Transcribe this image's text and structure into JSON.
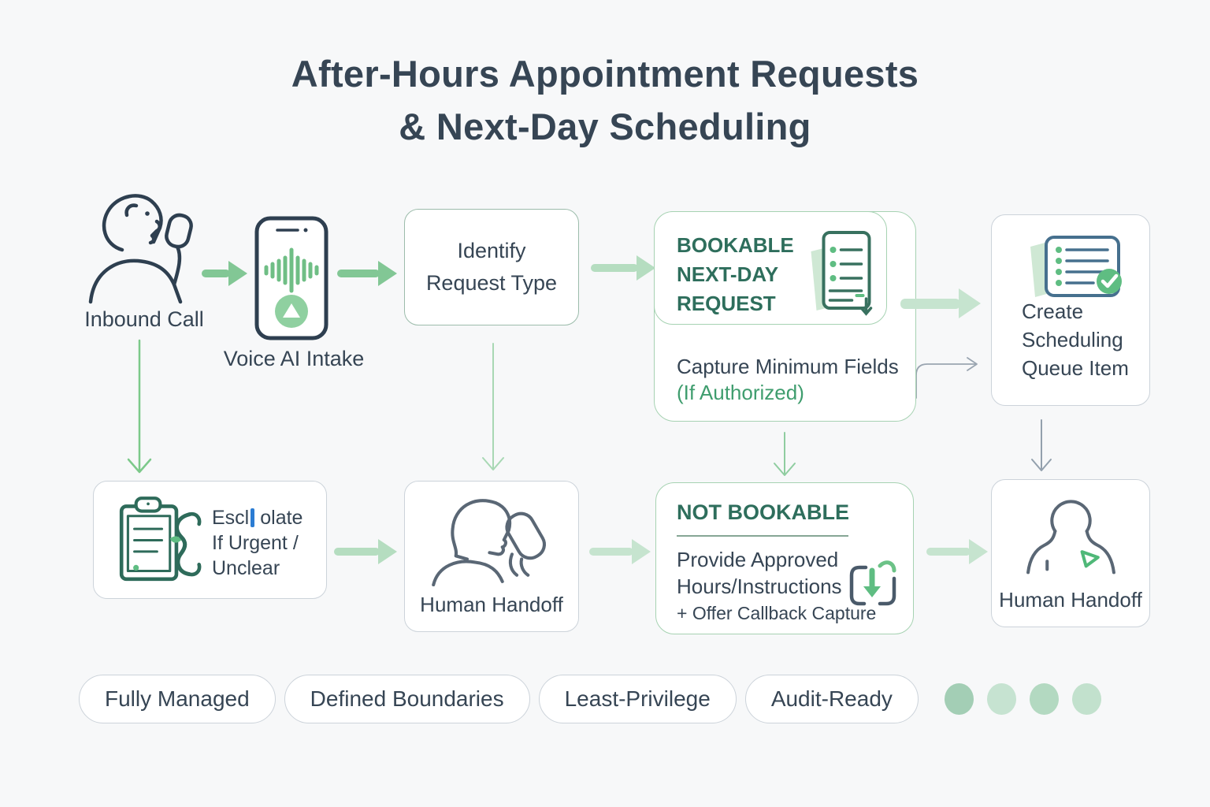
{
  "title": {
    "line1": "After-Hours Appointment Requests",
    "line2": "& Next-Day Scheduling"
  },
  "nodes": {
    "inbound_call": {
      "label": "Inbound Call"
    },
    "voice_ai_intake": {
      "label": "Voice AI Intake"
    },
    "identify_request": {
      "line1": "Identify",
      "line2": "Request Type"
    },
    "bookable": {
      "heading_line1": "BOOKABLE",
      "heading_line2": "NEXT-DAY",
      "heading_line3": "REQUEST",
      "body_line1": "Capture Minimum Fields",
      "body_line2": "(If Authorized)"
    },
    "create_queue": {
      "line1": "Create",
      "line2": "Scheduling",
      "line3": "Queue Item"
    },
    "escalate": {
      "line1_before_cursor": "Escl",
      "line1_after_cursor": "olate",
      "line2": "If Urgent /",
      "line3": "Unclear"
    },
    "human_handoff_left": {
      "label": "Human Handoff"
    },
    "not_bookable": {
      "heading": "NOT BOOKABLE",
      "body_line1": "Provide Approved",
      "body_line2": "Hours/Instructions",
      "body_line3": "+ Offer Callback Capture"
    },
    "human_handoff_right": {
      "label": "Human Handoff"
    }
  },
  "badges": {
    "items": [
      {
        "label": "Fully Managed"
      },
      {
        "label": "Defined Boundaries"
      },
      {
        "label": "Least-Privilege"
      },
      {
        "label": "Audit-Ready"
      }
    ],
    "dots": [
      "#a3ceb5",
      "#c6e3d1",
      "#b3d9c1",
      "#c2e1cd"
    ]
  },
  "colors": {
    "background": "#f7f8f9",
    "ink": "#364554",
    "heading_green": "#2e6e5c",
    "note_green": "#3f9d6e",
    "cursor_blue": "#2b7cd3",
    "arrow_green_medium": "#82c795",
    "arrow_green_light": "#b5ddc0",
    "arrow_green_pale": "#c6e4cf",
    "border_green": "#a6d2b2",
    "border_gray": "#ccd3da"
  }
}
